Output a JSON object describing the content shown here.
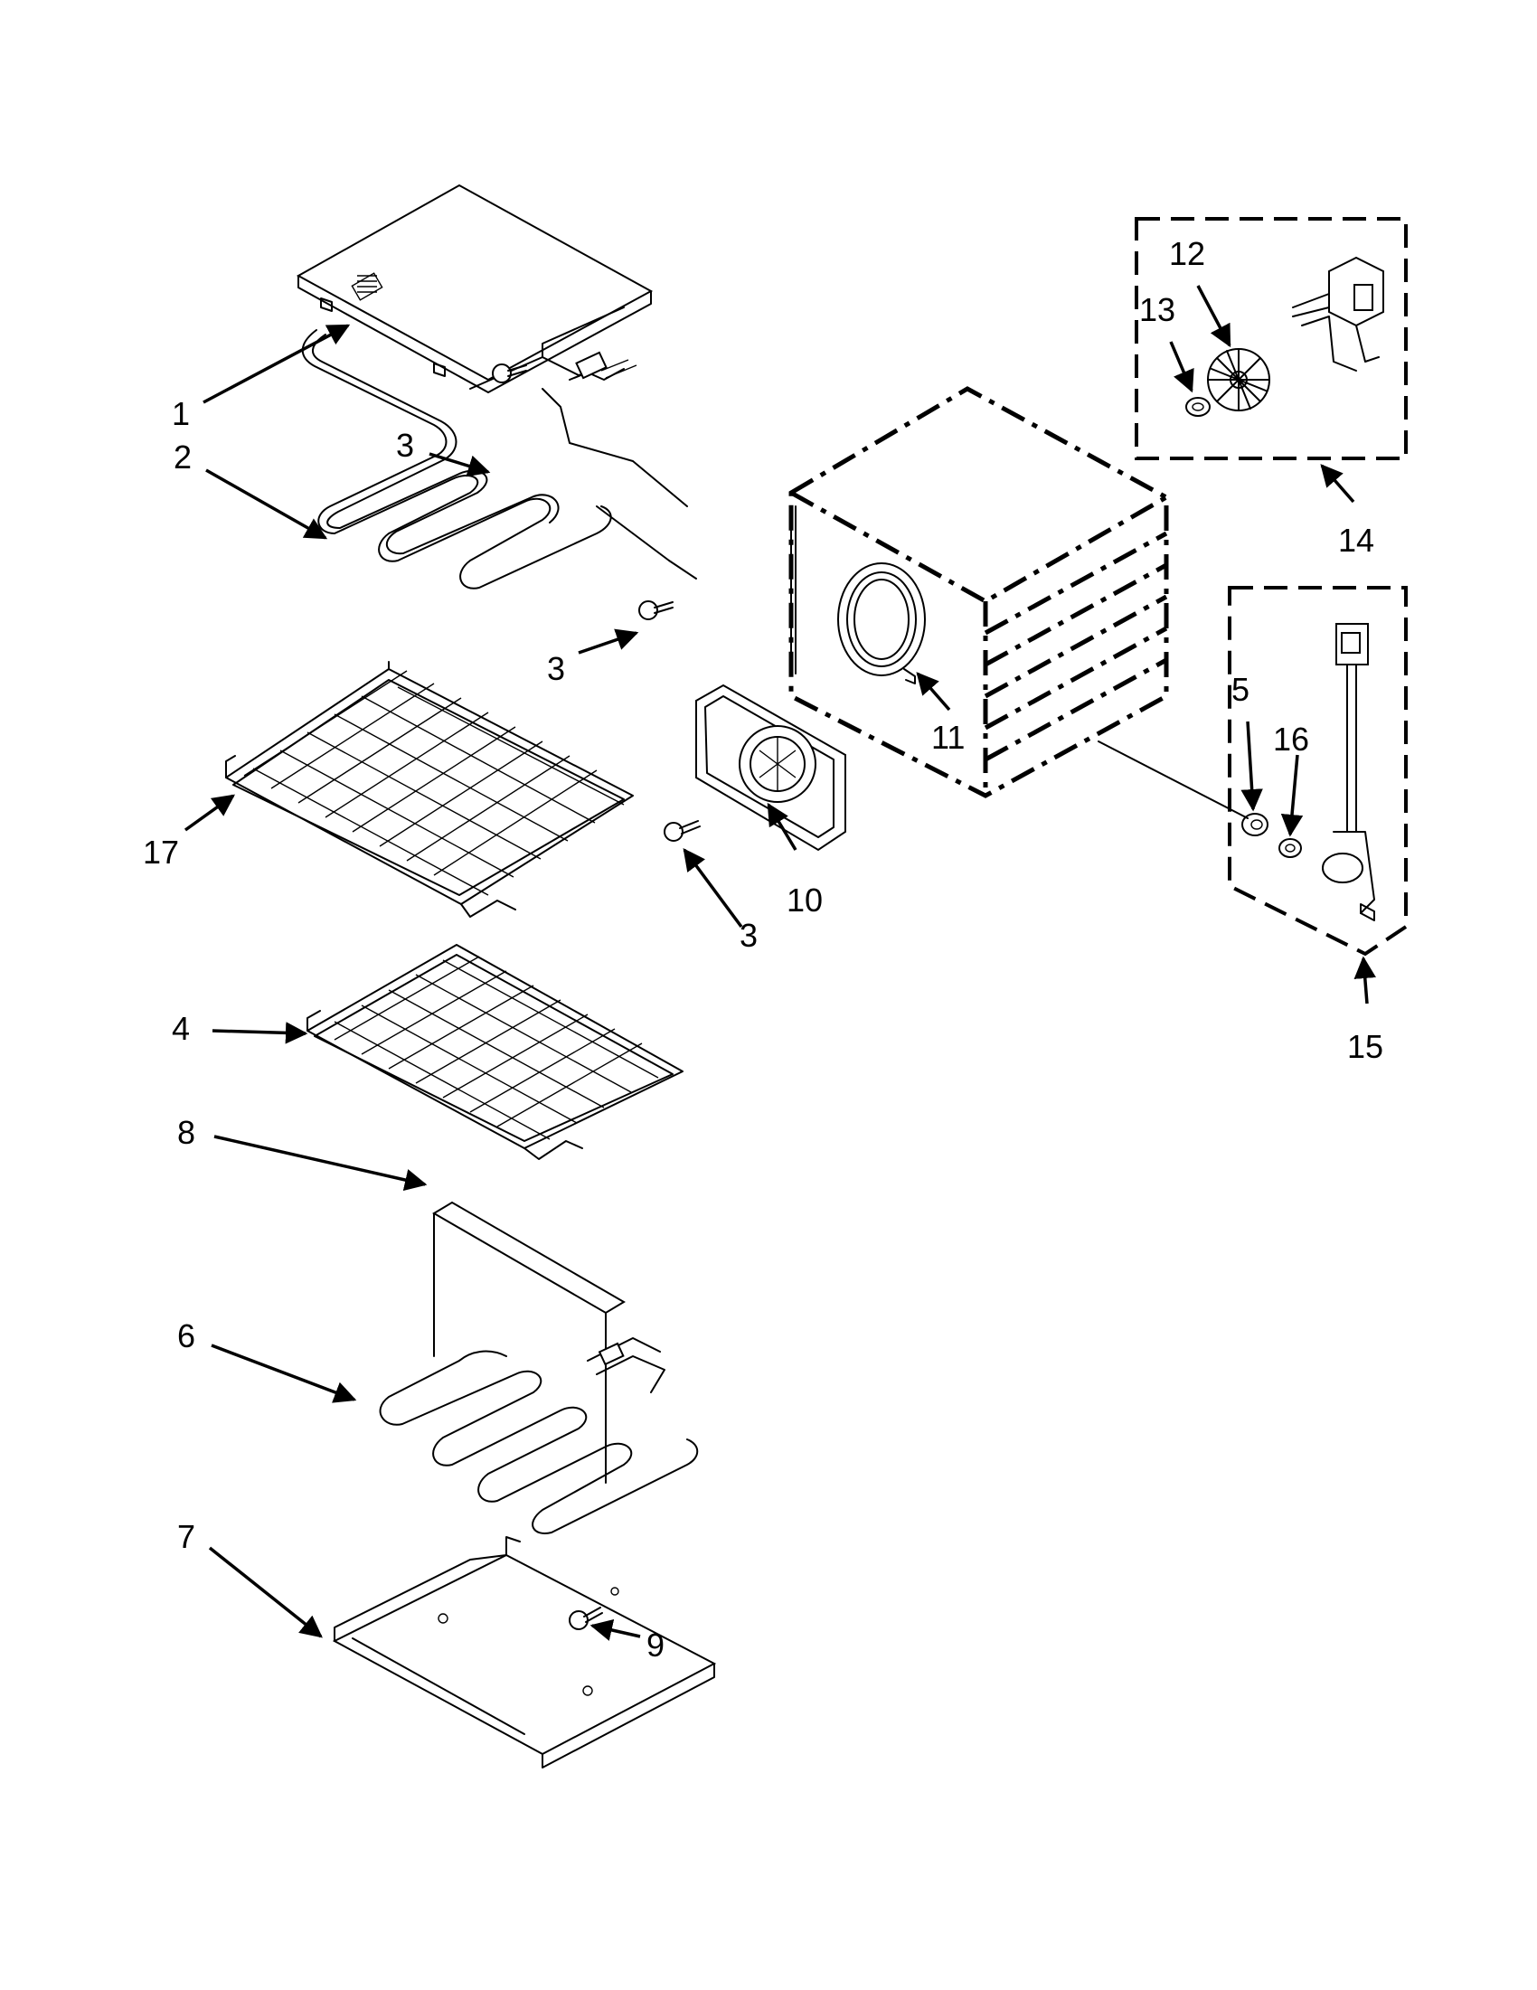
{
  "diagram": {
    "callouts": [
      {
        "id": "c1",
        "label": "1"
      },
      {
        "id": "c2",
        "label": "2"
      },
      {
        "id": "c3a",
        "label": "3"
      },
      {
        "id": "c3b",
        "label": "3"
      },
      {
        "id": "c3c",
        "label": "3"
      },
      {
        "id": "c4",
        "label": "4"
      },
      {
        "id": "c5",
        "label": "5"
      },
      {
        "id": "c6",
        "label": "6"
      },
      {
        "id": "c7",
        "label": "7"
      },
      {
        "id": "c8",
        "label": "8"
      },
      {
        "id": "c9",
        "label": "9"
      },
      {
        "id": "c10",
        "label": "10"
      },
      {
        "id": "c11",
        "label": "11"
      },
      {
        "id": "c12",
        "label": "12"
      },
      {
        "id": "c13",
        "label": "13"
      },
      {
        "id": "c14",
        "label": "14"
      },
      {
        "id": "c15",
        "label": "15"
      },
      {
        "id": "c16",
        "label": "16"
      },
      {
        "id": "c17",
        "label": "17"
      }
    ]
  }
}
